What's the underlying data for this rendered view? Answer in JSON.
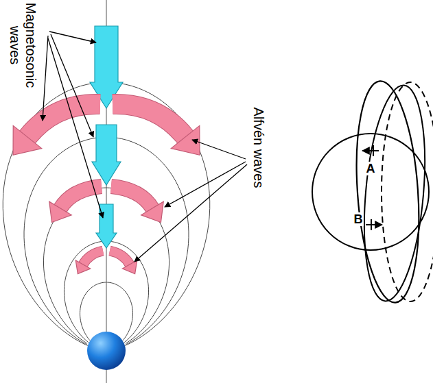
{
  "diagram": {
    "labels": [
      "Magnetosonic waves",
      "Alfvén waves",
      "A",
      "B"
    ]
  }
}
